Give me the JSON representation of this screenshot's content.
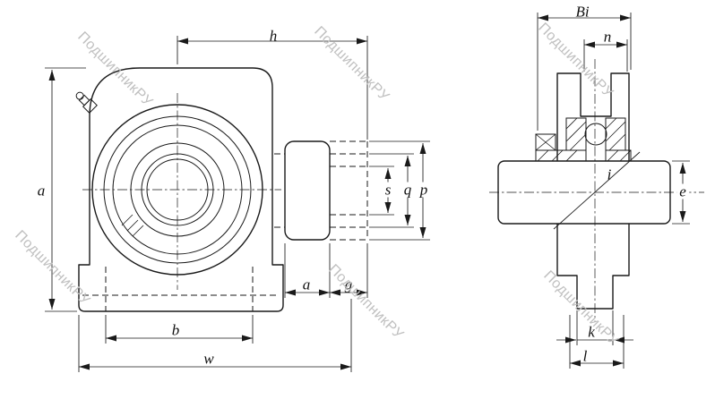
{
  "watermark": {
    "text": "ПодшипникРУ"
  },
  "labels": {
    "h": "h",
    "a_left": "a",
    "s": "s",
    "q": "q",
    "p": "p",
    "a_bottom": "a",
    "g": "g",
    "b": "b",
    "w": "w",
    "Bi": "Bi",
    "n": "n",
    "i": "i",
    "e": "e",
    "k": "k",
    "l": "l"
  },
  "colors": {
    "line": "#1a1a1a",
    "watermark": "#c0c0c0",
    "background": "#ffffff"
  }
}
